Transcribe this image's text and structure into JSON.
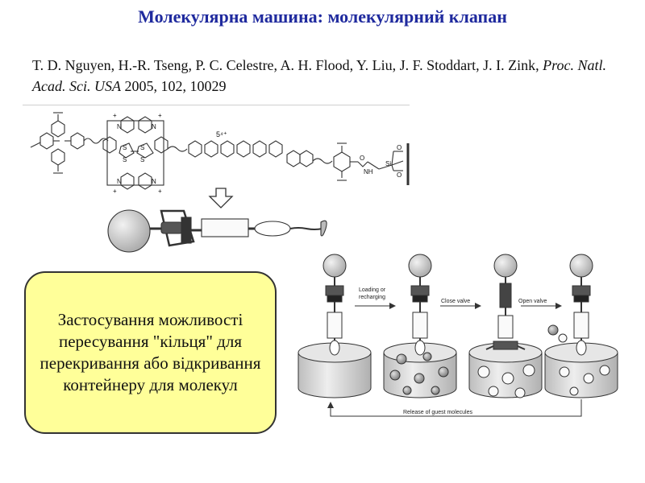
{
  "title": "Молекулярна машина: молекулярний клапан",
  "citation": {
    "authors": "T. D. Nguyen, H.-R. Tseng, P. C. Celestre, A. H. Flood, Y. Liu, J. F. Stoddart, J. I. Zink, ",
    "journal": "Proc. Natl. Acad. Sci. USA",
    "details": " 2005, 102, 10029"
  },
  "callout_text": "Застосування можливості пересування \"кільця\" для перекривання або відкривання контейнеру для молекул",
  "structure": {
    "charge_label": "5⁴⁺",
    "atom_N": "N",
    "atom_S": "S",
    "atom_O": "O",
    "atom_Si": "Si",
    "group_NH": "NH",
    "plus_sign": "+"
  },
  "process": {
    "arrow1_label": "Loading or recharging",
    "arrow1_line1": "Loading or",
    "arrow1_line2": "recharging",
    "arrow2_label": "Close valve",
    "arrow3_label": "Open valve",
    "bottom_label": "Release of guest molecules"
  },
  "colors": {
    "title": "#1f2a9e",
    "callout_bg": "#ffff99",
    "sphere": "#c8c8c8",
    "cylinder": "#d9d9d9"
  }
}
